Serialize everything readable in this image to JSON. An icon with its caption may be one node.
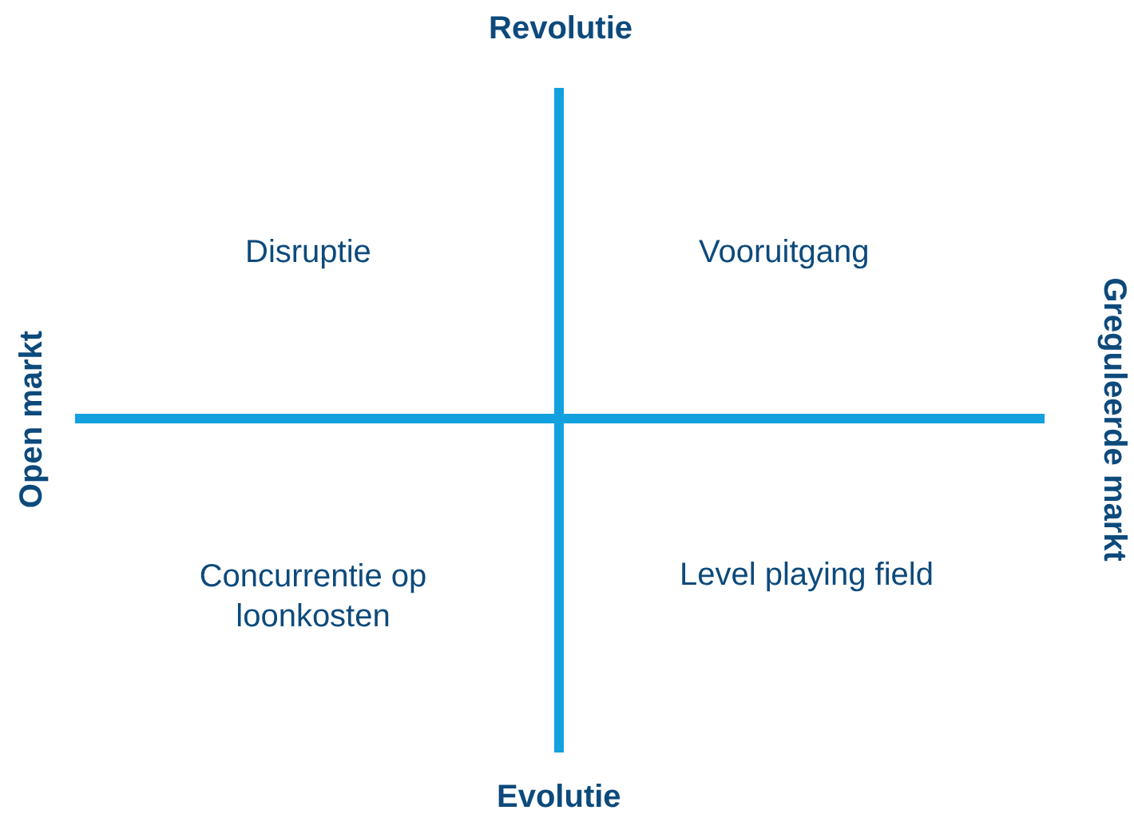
{
  "diagram": {
    "labels": [
      "Revolutie",
      "Disruptie",
      "Vooruitgang",
      "Open markt",
      "Greguleerde markt",
      "Concurrentie op loonkosten",
      "Level playing field",
      "Evolutie"
    ]
  }
}
